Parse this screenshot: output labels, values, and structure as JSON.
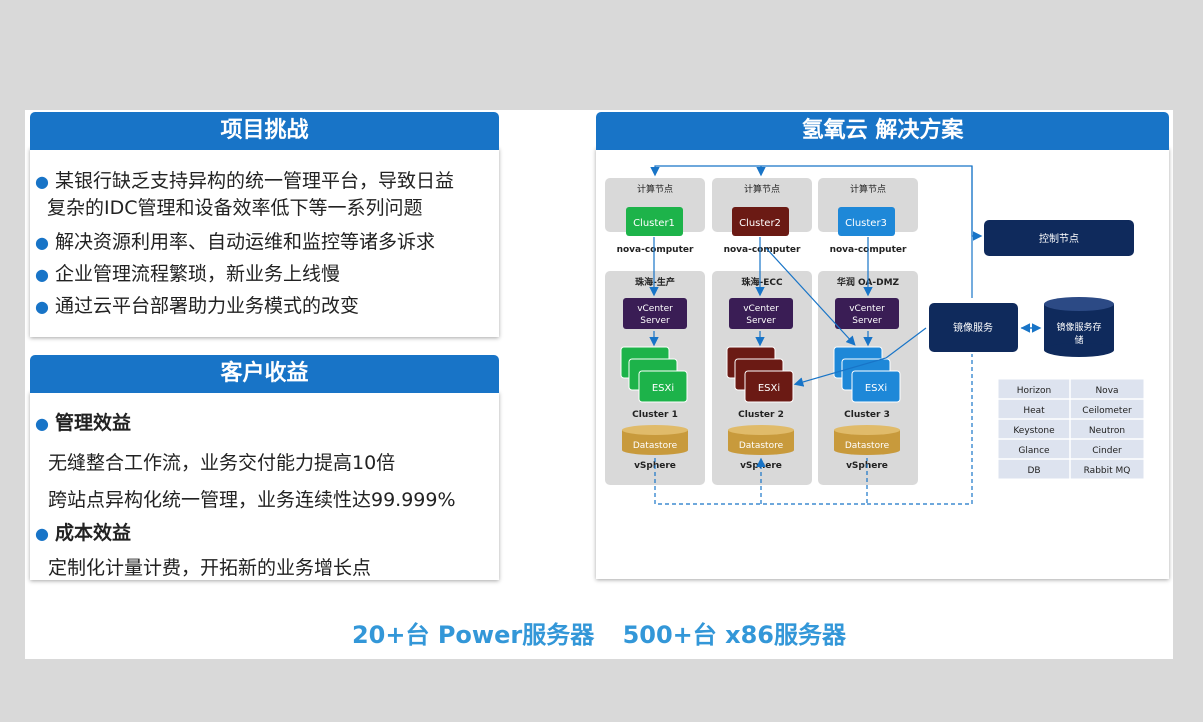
{
  "left_top": {
    "title": "项目挑战",
    "bullets": [
      "某银行缺乏支持异构的统一管理平台，导致日益",
      "复杂的IDC管理和设备效率低下等一系列问题",
      "解决资源利用率、自动运维和监控等诸多诉求",
      "企业管理流程繁琐，新业务上线慢",
      "通过云平台部署助力业务模式的改变"
    ]
  },
  "left_bottom": {
    "title": "客户收益",
    "section1": "管理效益",
    "line1": "无缝整合工作流，业务交付能力提高10倍",
    "line2": "跨站点异构化统一管理，业务连续性达99.999%",
    "section2": "成本效益",
    "line3": "定制化计量计费，开拓新的业务增长点"
  },
  "right": {
    "title": "氢氧云 解决方案",
    "compute_label": "计算节点",
    "nova_label": "nova-computer",
    "clusters": [
      {
        "node": "Cluster1",
        "site": "珠海-生产",
        "name": "Cluster 1",
        "color": "#1db34a"
      },
      {
        "node": "Cluster2",
        "site": "珠海-ECC",
        "name": "Cluster 2",
        "color": "#6b1a14"
      },
      {
        "node": "Cluster3",
        "site": "华润 OA-DMZ",
        "name": "Cluster 3",
        "color": "#1e88d8"
      }
    ],
    "vcenter_l1": "vCenter",
    "vcenter_l2": "Server",
    "esxi": "ESXi",
    "datastore": "Datastore",
    "vsphere": "vSphere",
    "control_node": "控制节点",
    "image_service": "镜像服务",
    "image_storage_l1": "镜像服务存",
    "image_storage_l2": "储",
    "services": [
      [
        "Horizon",
        "Nova"
      ],
      [
        "Heat",
        "Ceilometer"
      ],
      [
        "Keystone",
        "Neutron"
      ],
      [
        "Glance",
        "Cinder"
      ],
      [
        "DB",
        "Rabbit MQ"
      ]
    ],
    "colors": {
      "navy": "#0f2a5c",
      "purple": "#3a1d55",
      "datastore": "#c89a3c",
      "accent": "#1874c7"
    }
  },
  "footer": {
    "power": "20+台 Power服务器",
    "x86": "500+台 x86服务器"
  }
}
